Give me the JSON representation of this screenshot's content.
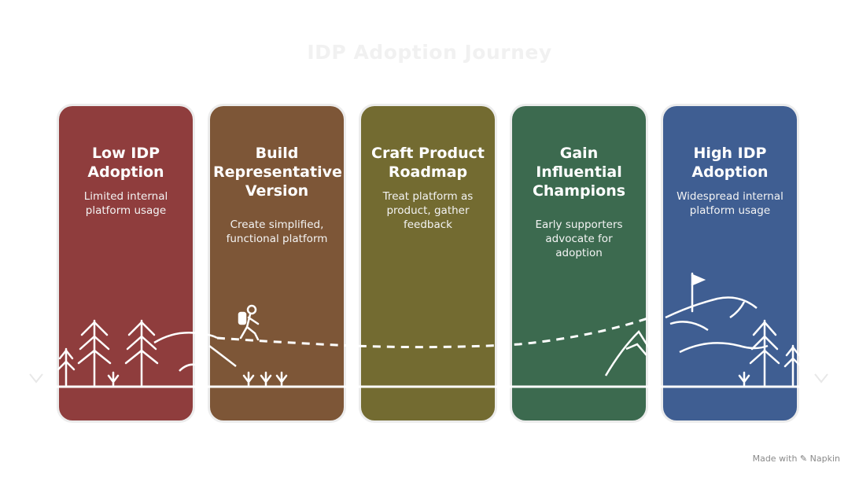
{
  "title": "IDP Adoption Journey",
  "stages": [
    {
      "title": "Low IDP Adoption",
      "description": "Limited internal platform usage",
      "color": "#8f3d3d"
    },
    {
      "title": "Build Representative Version",
      "description": "Create simplified, functional platform",
      "color": "#7d5637"
    },
    {
      "title": "Craft Product Roadmap",
      "description": "Treat platform as product, gather feedback",
      "color": "#736b31"
    },
    {
      "title": "Gain Influential Champions",
      "description": "Early supporters advocate for adoption",
      "color": "#3c6a4f"
    },
    {
      "title": "High IDP Adoption",
      "description": "Widespread internal platform usage",
      "color": "#3f5e92"
    }
  ],
  "footer": {
    "made_with": "Made with",
    "brand": "Napkin"
  }
}
